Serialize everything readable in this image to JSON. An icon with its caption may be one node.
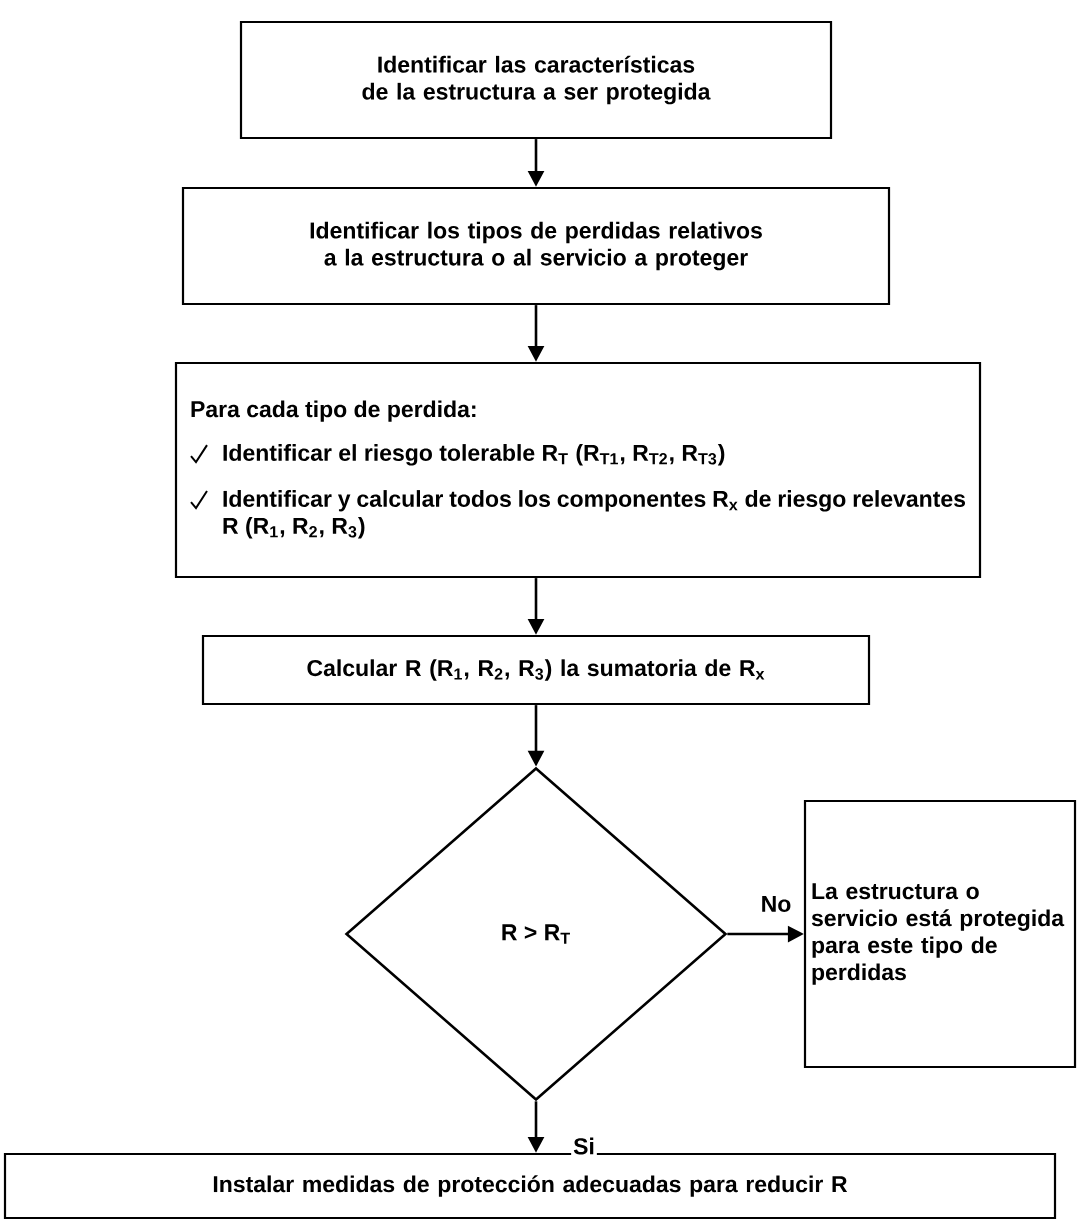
{
  "diagram": {
    "nodes": [
      {
        "text": [
          "Identificar las características de la estructura a ser protegida"
        ]
      },
      {
        "text": [
          "Identificar los tipos de perdidas relativos a la estructura o al servicio a proteger"
        ]
      },
      {
        "text": [
          "Para cada tipo de perdida:",
          "Identificar el riesgo tolerable R$_{T}$ (R$_{T1}$, R$_{T2}$, R$_{T3}$)",
          "Identificar y calcular todos los componentes R$_{x}$ de riesgo relevantes R (R$_{1}$, R$_{2}$, R$_{3}$)"
        ]
      },
      {
        "text": [
          "Calcular R (R$_{1}$, R$_{2}$, R$_{3}$) la sumatoria de R$_{x}$"
        ]
      },
      {
        "text": [
          "R > R$_{T}$"
        ]
      },
      {
        "text": [
          "La estructura o servicio está protegida para este tipo de perdidas"
        ]
      },
      {
        "text": [
          "Instalar medidas de protección adecuadas para reducir R"
        ]
      }
    ],
    "edges": [
      {
        "from": 0,
        "to": 1,
        "arrow": "to"
      },
      {
        "from": 1,
        "to": 2,
        "arrow": "to"
      },
      {
        "from": 2,
        "to": 3,
        "arrow": "to"
      },
      {
        "from": 3,
        "to": 4,
        "arrow": "to"
      },
      {
        "from": 4,
        "to": 5,
        "arrow": "to",
        "label": "No"
      },
      {
        "from": 4,
        "to": 6,
        "arrow": "to",
        "label": "Si"
      }
    ]
  }
}
